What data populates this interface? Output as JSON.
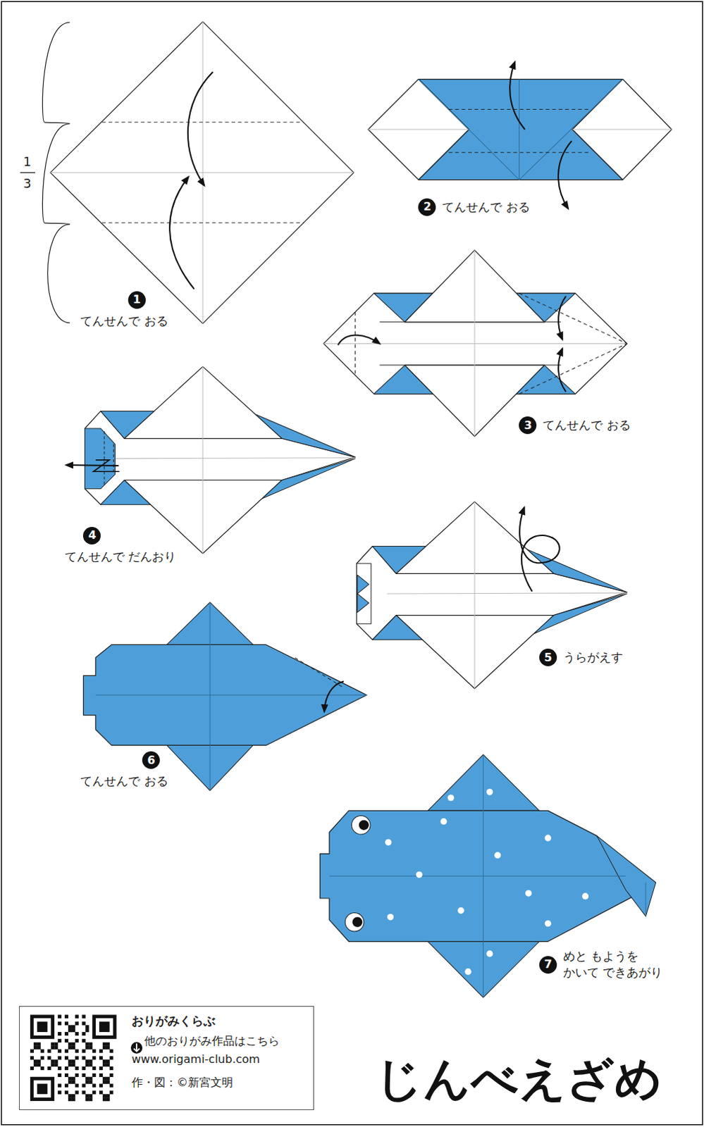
{
  "diagram": {
    "title": "じんべえざめ",
    "nodes": [
      {
        "text": [
          "1",
          "てんせんで おる"
        ]
      },
      {
        "text": [
          "2",
          "てんせんで おる"
        ]
      },
      {
        "text": [
          "3",
          "てんせんで おる"
        ]
      },
      {
        "text": [
          "4",
          "てんせんで だんおり"
        ]
      },
      {
        "text": [
          "5",
          "うらがえす"
        ]
      },
      {
        "text": [
          "6",
          "てんせんで おる"
        ]
      },
      {
        "text": [
          "7",
          "めと もようを かいて できあがり"
        ]
      },
      {
        "text": [
          "おりがみくらぶ",
          "他のおりがみ作品はこちら",
          "www.origami-club.com",
          "作・図：©新宮文明"
        ]
      }
    ],
    "labels": [
      "1",
      "3"
    ]
  }
}
